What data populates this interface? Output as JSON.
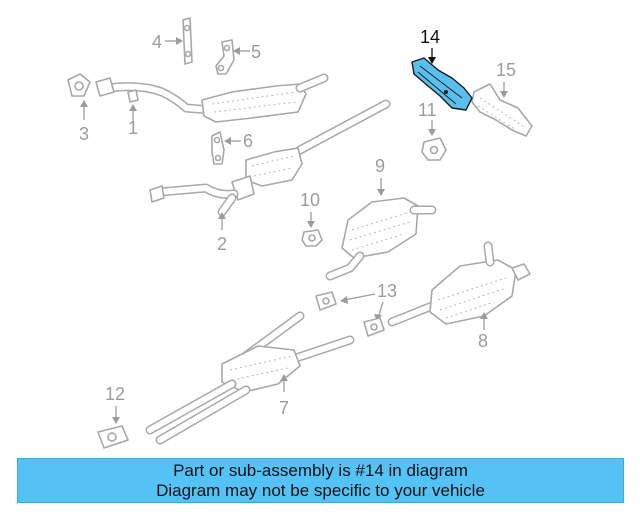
{
  "callouts": {
    "c1": "1",
    "c2": "2",
    "c3": "3",
    "c4": "4",
    "c5": "5",
    "c6": "6",
    "c7": "7",
    "c8": "8",
    "c9": "9",
    "c10": "10",
    "c11": "11",
    "c12": "12",
    "c13": "13",
    "c14": "14",
    "c15": "15"
  },
  "highlighted_part": "14",
  "colors": {
    "highlight": "#5bbfee",
    "banner": "#55c2f5",
    "linework": "#a8a8a8"
  },
  "banner": {
    "line1": "Part or sub-assembly is #14 in diagram",
    "line2": "Diagram may not be specific to your vehicle"
  }
}
